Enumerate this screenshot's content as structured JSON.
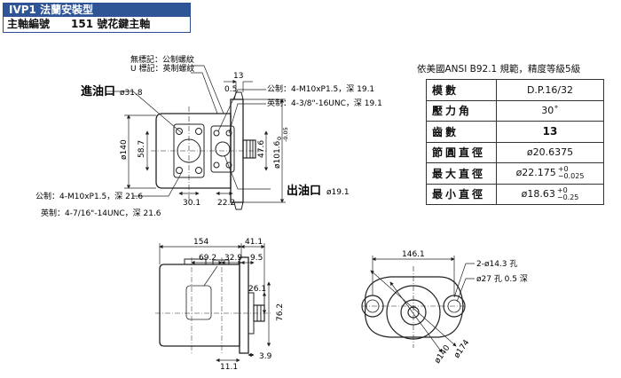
{
  "header": {
    "title": "IVP1 法蘭安裝型",
    "subtitle": "主軸編號　　151 號花鍵主軸"
  },
  "callouts": {
    "metric_mark": "無標記：公制螺紋",
    "imperial_mark": "U 標記：英制螺紋",
    "inlet_label": "進油口",
    "inlet_dia": "ø31.8",
    "outlet_label": "出油口",
    "outlet_dia": "ø19.1",
    "right_metric": "公制：4-M10xP1.5，深 19.1",
    "right_imperial": "英制：4-3/8\"-16UNC，深 19.1",
    "left_metric": "公制：4-M10xP1.5，深 21.6",
    "left_imperial": "英制：4-7/16\"-14UNC，深 21.6",
    "holes": "2-ø14.3 孔",
    "counterbore": "ø27 孔 0.5 深"
  },
  "dims": {
    "d13": "13",
    "d05": "0.5",
    "d140": "ø140",
    "d587": "58.7",
    "d301": "30.1",
    "d222": "22.2",
    "d476": "47.6",
    "d1016": "ø101.6",
    "d1016tol": "-0.05",
    "d1016tol0": "0",
    "d154": "154",
    "d411": "41.1",
    "d692": "69.2",
    "d329": "32.9",
    "d95": "9.5",
    "d261": "26.1",
    "d762": "76.2",
    "d111": "11.1",
    "d39": "3.9",
    "d1461": "146.1",
    "d140b": "ø140",
    "d174": "ø174"
  },
  "spec": {
    "title": "依美國ANSI  B92.1 規範，精度等級5級",
    "rows": [
      {
        "key": "模數",
        "value": "D.P.16/32"
      },
      {
        "key": "壓力角",
        "value": "30˚"
      },
      {
        "key": "齒數",
        "value": "13"
      },
      {
        "key": "節圓直徑",
        "value": "ø20.6375"
      },
      {
        "key": "最大直徑",
        "value": "ø22.175",
        "tol_up": "+0",
        "tol_dn": "−0.025"
      },
      {
        "key": "最小直徑",
        "value": "ø18.63",
        "tol_up": "+0",
        "tol_dn": "−0.25"
      }
    ]
  }
}
